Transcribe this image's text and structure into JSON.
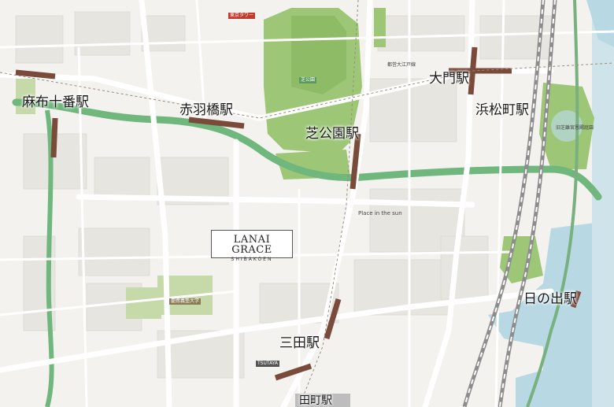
{
  "property": {
    "title": "LANAI GRACE",
    "subtitle": "SHIBAKOEN"
  },
  "stations": {
    "azabu_juban": "麻布十番駅",
    "akabanebashi": "赤羽橋駅",
    "shibakoen": "芝公園駅",
    "daimon": "大門駅",
    "hamamatsucho": "浜松町駅",
    "hinode": "日の出駅",
    "mita": "三田駅",
    "tamachi": "田町駅"
  },
  "landmarks": {
    "tokyo_tower": "東京タワー",
    "pin_tower": "Place in the sun",
    "keio_univ": "慶應義塾大学",
    "tsutaya": "TSUTAYA",
    "park_badge": "芝公園",
    "kishu": "旧芝離宮恩賜庭園",
    "daimon_area": "都営大江戸線"
  },
  "colors": {
    "park": "#9dc777",
    "park_dark": "#7fb05a",
    "river": "#6fb77c",
    "water": "#b8d9e3",
    "rail": "#8d8d8d",
    "subway": "#7a4a3a",
    "road": "#ffffff",
    "block": "#e8e6e1"
  }
}
